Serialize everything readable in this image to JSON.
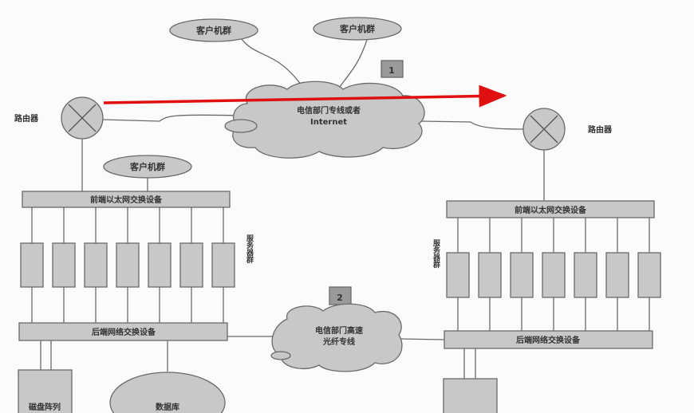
{
  "colors": {
    "shape_fill": "#c8c8c8",
    "stroke": "#6a6a6a",
    "arrow": "#e01010",
    "text": "#333333"
  },
  "top_clients": [
    "客户机群",
    "客户机群"
  ],
  "badge_1": "1",
  "badge_2": "2",
  "internet_cloud": {
    "line1": "电信部门专线或者",
    "line2": "Internet"
  },
  "fiber_cloud": {
    "line1": "电信部门高速",
    "line2": "光纤专线"
  },
  "left_site": {
    "router_label": "路由器",
    "client_label": "客户机群",
    "front_switch": "前端以太网交换设备",
    "server_group": "服务器群",
    "back_switch": "后端网络交换设备",
    "storage_label": "磁盘阵列",
    "db_label": "数据库"
  },
  "right_site": {
    "router_label": "路由器",
    "front_switch": "前端以太网交换设备",
    "server_group": "服务器群",
    "back_switch": "后端网络交换设备"
  }
}
